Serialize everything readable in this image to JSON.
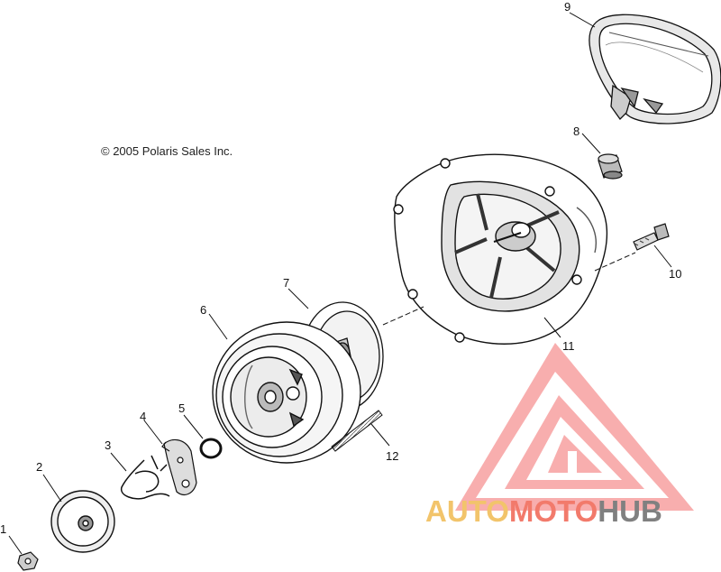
{
  "copyright": "© 2005 Polaris Sales Inc.",
  "callouts": [
    "1",
    "2",
    "3",
    "4",
    "5",
    "6",
    "7",
    "8",
    "9",
    "10",
    "11",
    "12"
  ],
  "logo": {
    "part1": "AUTO",
    "part2": "MOTO",
    "part3": "HUB",
    "color_auto": "#f2c46b",
    "color_moto": "#f27a6b",
    "color_hub": "#808080",
    "triangle_color": "#f07f7f"
  }
}
